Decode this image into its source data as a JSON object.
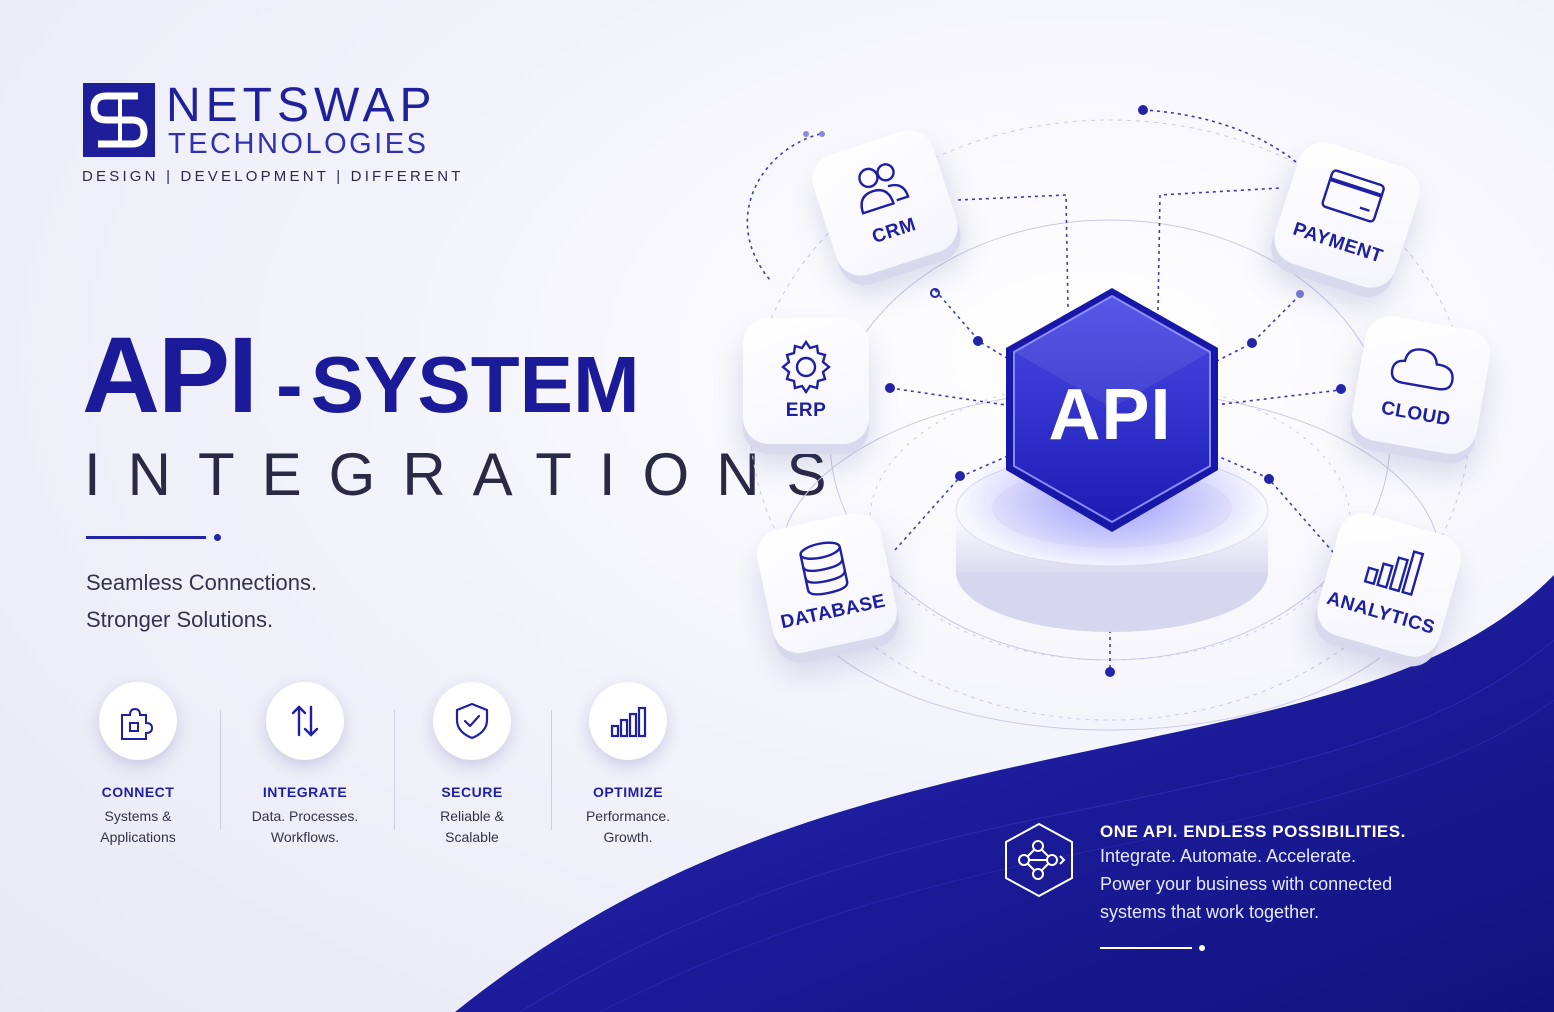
{
  "brand": {
    "name": "NETSWAP",
    "sub": "TECHNOLOGIES",
    "tagline": "DESIGN | DEVELOPMENT | DIFFERENT",
    "logo_icon": "ns-monogram-icon"
  },
  "headline": {
    "api": "API",
    "dash": "-",
    "system": "SYSTEM",
    "integrations": "INTEGRATIONS"
  },
  "tagline": [
    "Seamless Connections.",
    "Stronger Solutions."
  ],
  "features": [
    {
      "title": "CONNECT",
      "line1": "Systems &",
      "line2": "Applications",
      "icon": "puzzle-icon"
    },
    {
      "title": "INTEGRATE",
      "line1": "Data. Processes.",
      "line2": "Workflows.",
      "icon": "arrows-up-down-icon"
    },
    {
      "title": "SECURE",
      "line1": "Reliable &",
      "line2": "Scalable",
      "icon": "shield-check-icon"
    },
    {
      "title": "OPTIMIZE",
      "line1": "Performance.",
      "line2": "Growth.",
      "icon": "bar-chart-icon"
    }
  ],
  "hub": {
    "label": "API",
    "nodes": [
      {
        "label": "CRM",
        "icon": "users-icon"
      },
      {
        "label": "PAYMENT",
        "icon": "credit-card-icon"
      },
      {
        "label": "ERP",
        "icon": "gear-icon"
      },
      {
        "label": "CLOUD",
        "icon": "cloud-icon"
      },
      {
        "label": "DATABASE",
        "icon": "database-icon"
      },
      {
        "label": "ANALYTICS",
        "icon": "analytics-icon"
      }
    ]
  },
  "cta": {
    "title": "ONE API. ENDLESS POSSIBILITIES.",
    "line1": "Integrate. Automate. Accelerate.",
    "line2": "Power your business with connected",
    "line3": "systems that work together.",
    "icon": "network-hex-icon"
  },
  "colors": {
    "primary": "#1f1fa5",
    "wave": "#1a1aa0",
    "background": "#f1f1f9"
  }
}
